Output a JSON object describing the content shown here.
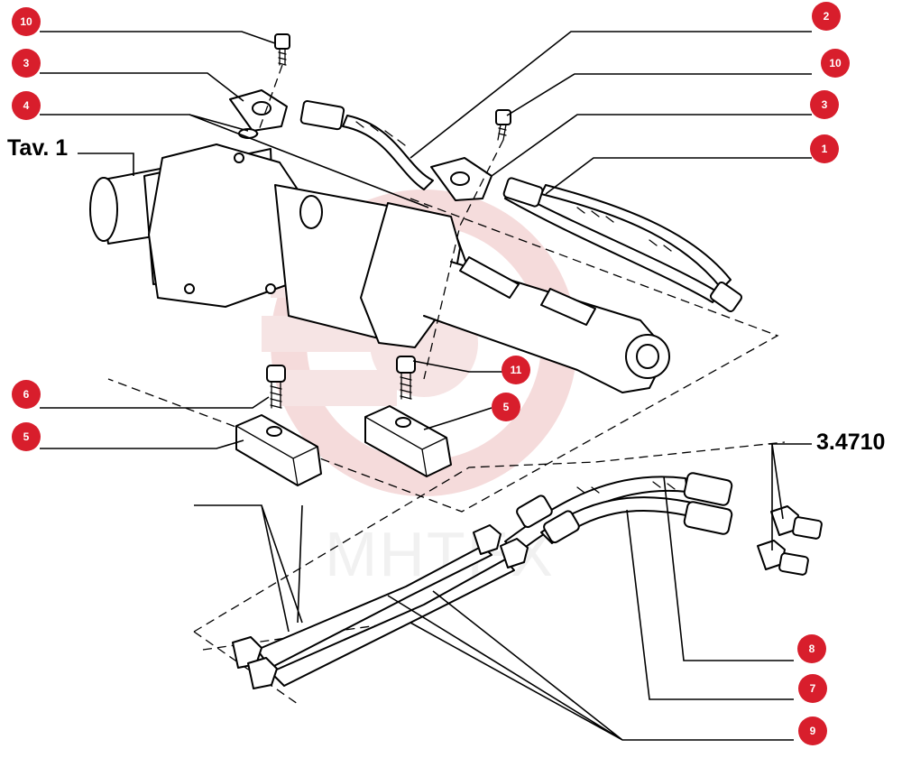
{
  "title": "Tav. 1",
  "part_code": "3.4710",
  "watermark_text": "MHTEX",
  "colors": {
    "callout": "#d81e2c",
    "callout_text": "#ffffff",
    "ink": "#000000",
    "watermark": "#e8b4b4"
  },
  "callouts": [
    {
      "id": "c1",
      "label": "10"
    },
    {
      "id": "c2",
      "label": "3"
    },
    {
      "id": "c3",
      "label": "4"
    },
    {
      "id": "c4",
      "label": "2"
    },
    {
      "id": "c5",
      "label": "10"
    },
    {
      "id": "c6",
      "label": "3"
    },
    {
      "id": "c7",
      "label": "1"
    },
    {
      "id": "c8",
      "label": "11"
    },
    {
      "id": "c9",
      "label": "5"
    },
    {
      "id": "c10",
      "label": "6"
    },
    {
      "id": "c11",
      "label": "5"
    },
    {
      "id": "c12",
      "label": "8"
    },
    {
      "id": "c13",
      "label": "7"
    },
    {
      "id": "c14",
      "label": "9"
    }
  ]
}
